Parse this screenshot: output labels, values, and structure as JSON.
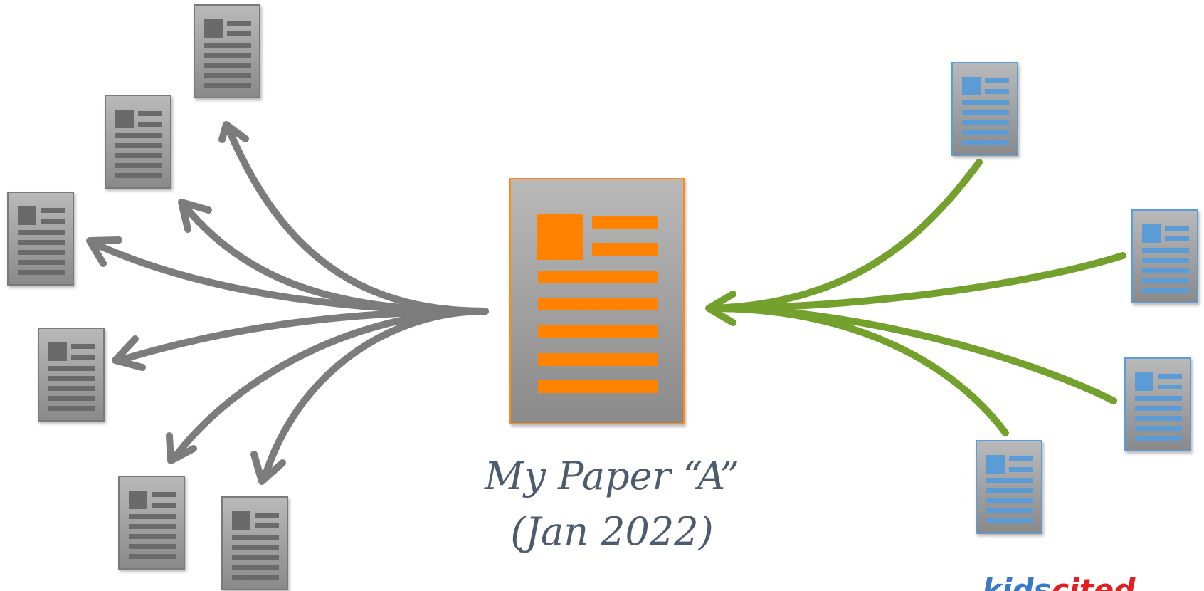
{
  "title": {
    "line1": "My Paper “A”",
    "line2": "(Jan 2022)"
  },
  "brand": {
    "part1": "kids",
    "part2": "cited",
    "colors": {
      "part1": "#3a78c8",
      "part2": "#e32020"
    }
  },
  "colors": {
    "citing_arrows": "#7c7c7c",
    "cited_arrows": "#74a02e",
    "citing_docs": "#6a6a6a",
    "cited_docs": "#5b9bd6",
    "central_doc": "#ff8200",
    "caption": "#4d5b6e"
  },
  "nodes": {
    "central": {
      "icon": "document-icon",
      "label": "My Paper “A”"
    },
    "citing_docs": [
      "document-icon",
      "document-icon",
      "document-icon",
      "document-icon",
      "document-icon",
      "document-icon",
      "document-icon"
    ],
    "cited_docs": [
      "document-icon",
      "document-icon",
      "document-icon",
      "document-icon"
    ]
  }
}
